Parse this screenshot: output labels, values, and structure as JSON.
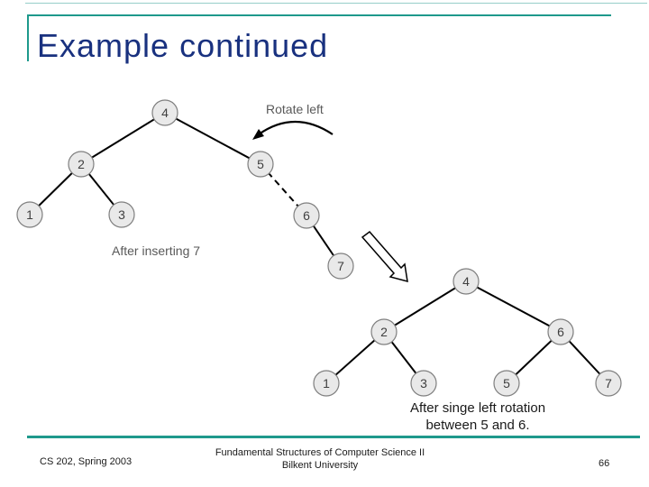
{
  "slide": {
    "title": "Example continued"
  },
  "tree_before": {
    "rotate_label": "Rotate left",
    "caption": "After inserting 7",
    "nodes": {
      "n4": "4",
      "n2": "2",
      "n5": "5",
      "n1": "1",
      "n3": "3",
      "n6": "6",
      "n7": "7"
    }
  },
  "tree_after": {
    "caption_line1": "After singe left rotation",
    "caption_line2": "between 5 and 6.",
    "nodes": {
      "n4": "4",
      "n2": "2",
      "n6": "6",
      "n1": "1",
      "n3": "3",
      "n5": "5",
      "n7": "7"
    }
  },
  "footer": {
    "course": "CS 202, Spring 2003",
    "center_line1": "Fundamental Structures of Computer Science II",
    "center_line2": "Bilkent University",
    "page_number": "66"
  },
  "colors": {
    "accent_teal": "#1E998C",
    "title_blue": "#19317F",
    "label_gray": "#595959",
    "caption_black": "#1A1A1A",
    "node_fill": "#E9E9E9",
    "node_border": "#7F7F7F",
    "edge_black": "#000000"
  }
}
